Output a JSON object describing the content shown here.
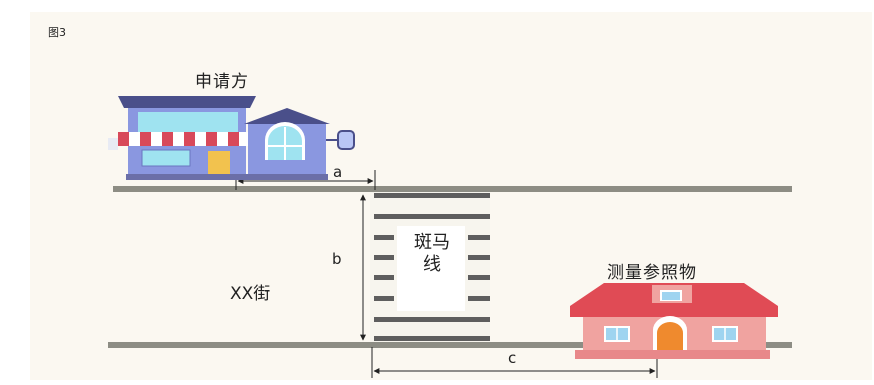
{
  "figure_label": "图3",
  "labels": {
    "applicant": "申请方",
    "reference": "测量参照物",
    "street": "XX街",
    "zebra": "斑马线"
  },
  "dimensions": {
    "a": "a",
    "b": "b",
    "c": "c"
  },
  "colors": {
    "background": "#fbf8f1",
    "road_line": "#8d8d84",
    "zebra_stripe": "#5e5e5e",
    "shop_wall": "#8a97e0",
    "shop_roof": "#4a4f8a",
    "ref_house_wall": "#f0a3a0",
    "ref_house_roof": "#e04b55"
  },
  "icons": [
    "shop-house-icon",
    "reference-house-icon"
  ]
}
